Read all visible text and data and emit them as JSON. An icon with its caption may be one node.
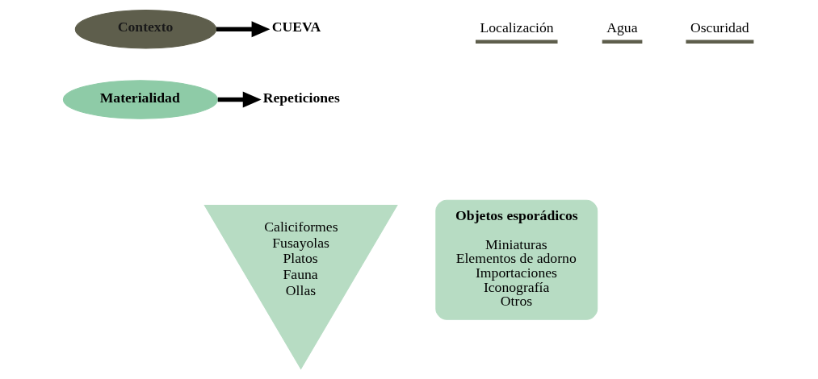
{
  "diagram": {
    "nodes": [
      {
        "text": [
          "Contexto"
        ]
      },
      {
        "text": [
          "CUEVA"
        ]
      },
      {
        "text": [
          "Materialidad"
        ]
      },
      {
        "text": [
          "Repeticiones"
        ]
      },
      {
        "text": [
          "Caliciformes",
          "Fusayolas",
          "Platos",
          "Fauna",
          "Ollas"
        ]
      },
      {
        "text": [
          "Objetos esporádicos",
          "Miniaturas",
          "Elementos de adorno",
          "Importaciones",
          "Iconografía",
          "Otros"
        ]
      }
    ],
    "edges": [
      {
        "from": 0,
        "to": 1,
        "arrow": "to"
      },
      {
        "from": 2,
        "to": 3,
        "arrow": "to"
      }
    ],
    "labels": [
      "Localización",
      "Agua",
      "Oscuridad"
    ]
  }
}
